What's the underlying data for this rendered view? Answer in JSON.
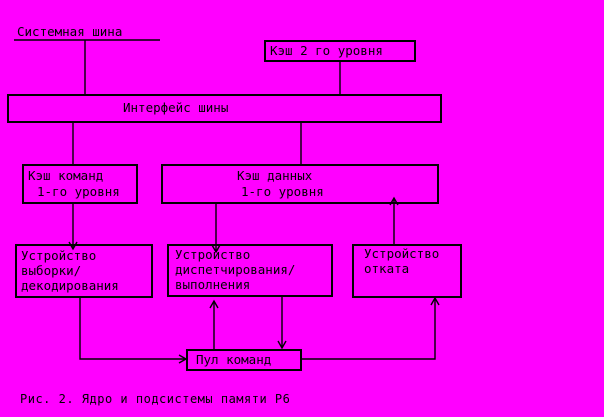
{
  "system_bus": {
    "label": "Системная шина"
  },
  "blocks": {
    "l2_cache": {
      "label": "Кэш 2 го уровня"
    },
    "bus_interface": {
      "label": "Интерфейс шины"
    },
    "instr_cache": {
      "line1": "Кэш команд",
      "line2": "1-го уровня"
    },
    "data_cache": {
      "line1": "Кэш данных",
      "line2": "1-го уровня"
    },
    "fetch_decode": {
      "line1": "Устройство",
      "line2": "выборки/",
      "line3": "декодирования"
    },
    "dispatch_execute": {
      "line1": "Устройство",
      "line2": "диспетчирования/",
      "line3": "выполнения"
    },
    "retire": {
      "line1": "Устройство",
      "line2": "отката"
    },
    "instr_pool": {
      "label": "Пул команд"
    }
  },
  "caption": {
    "text": "Рис. 2. Ядро и подсистемы памяти P6"
  },
  "colors": {
    "background": "#ff00ff",
    "stroke": "#000000",
    "text": "#000000"
  }
}
